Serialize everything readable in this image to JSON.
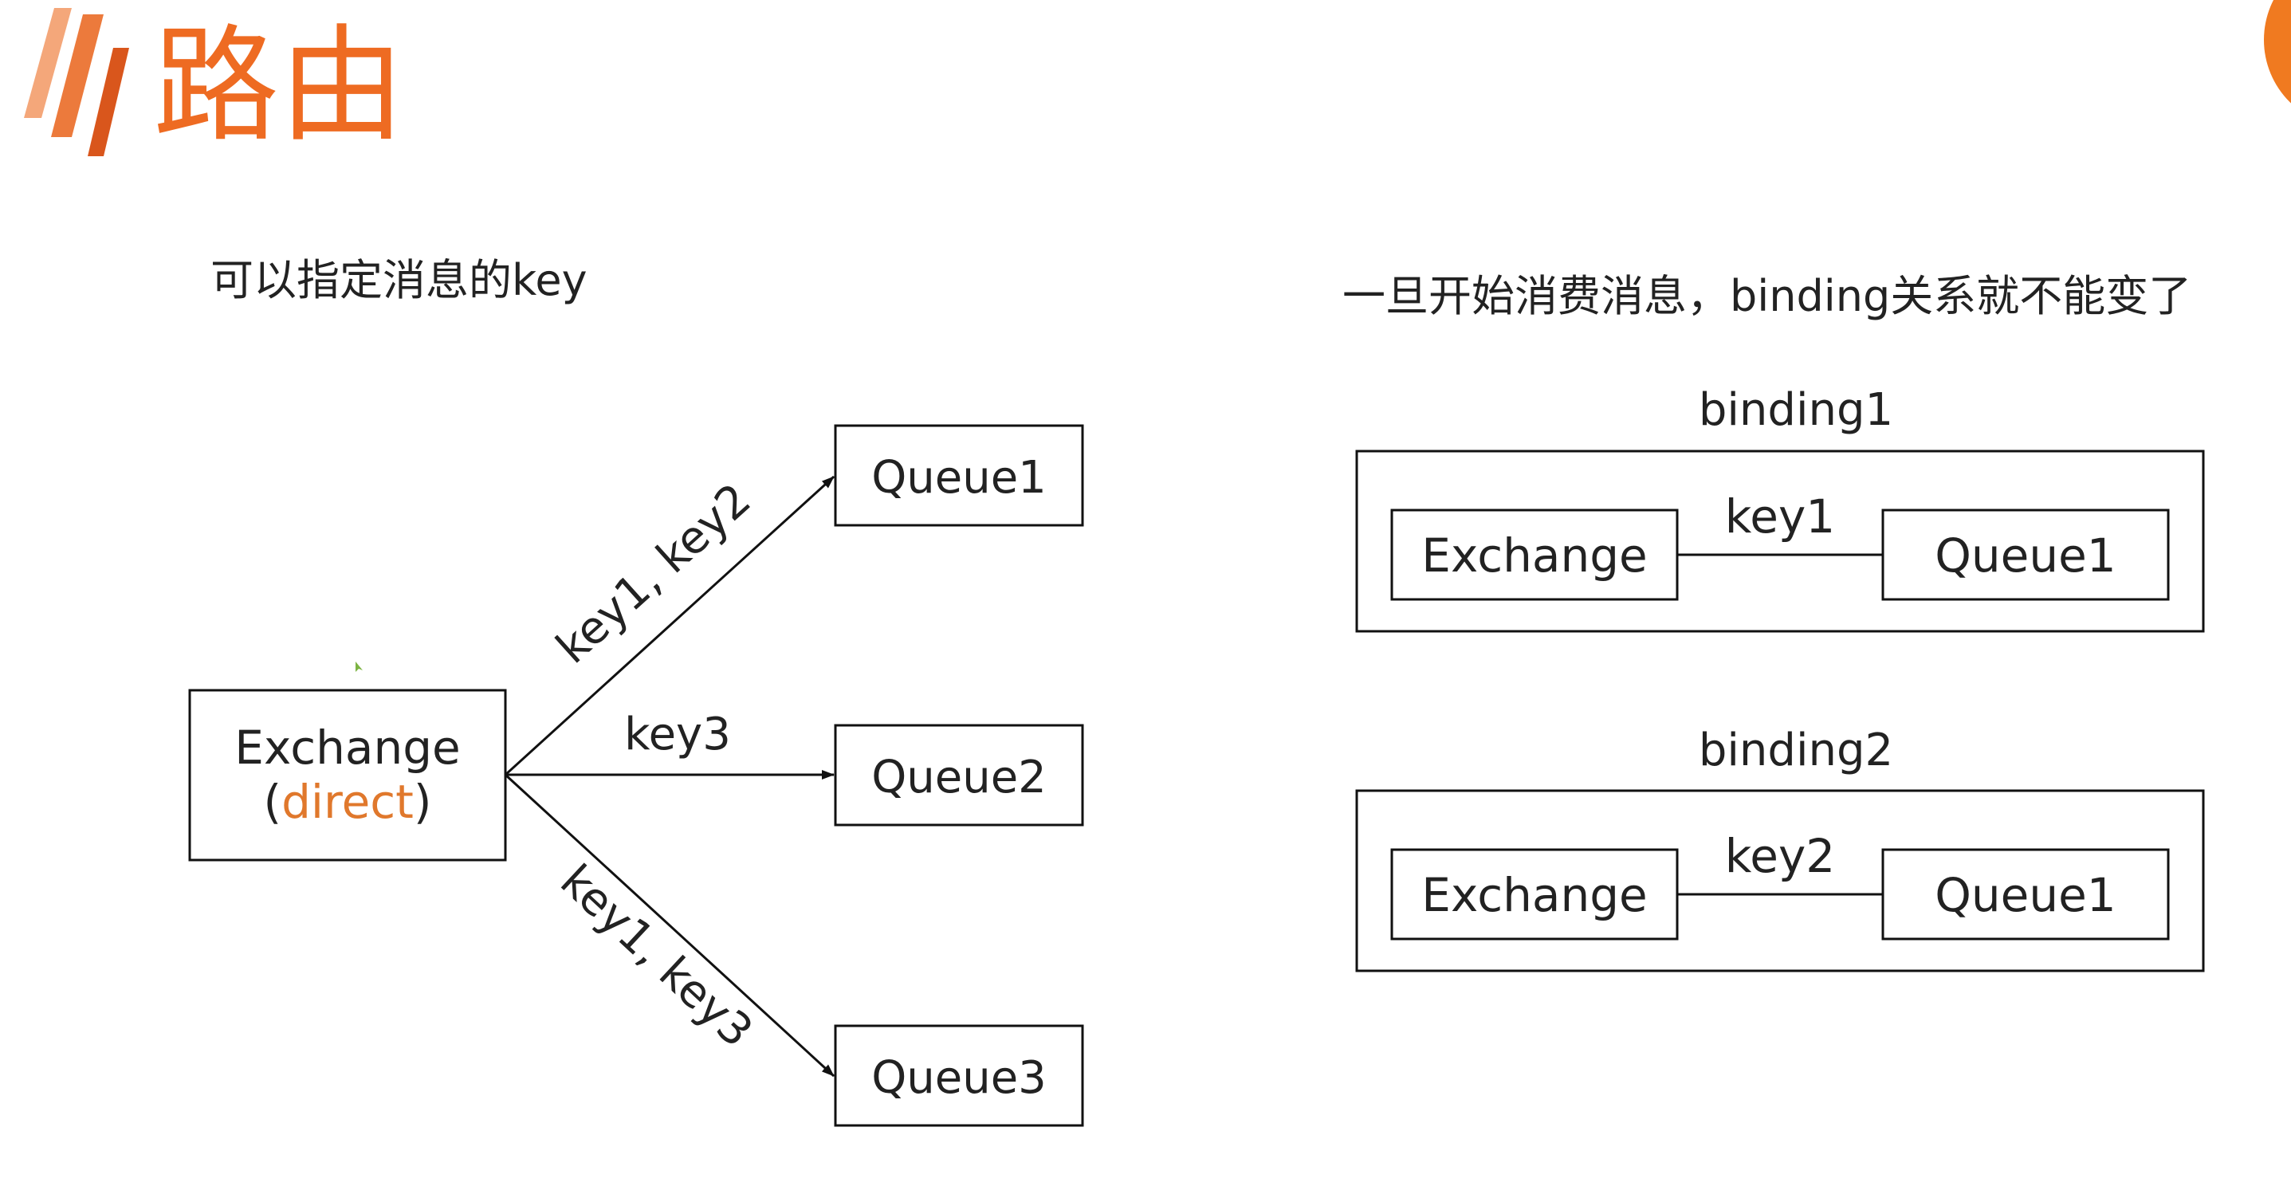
{
  "slide": {
    "title": "路由",
    "accent_color": "#e8651f",
    "title_color": "#ee6b22"
  },
  "left_panel": {
    "caption": "可以指定消息的key",
    "exchange": {
      "label": "Exchange",
      "type_open": "(",
      "type": "direct",
      "type_close": ")",
      "type_color": "#e0782c"
    },
    "queues": [
      {
        "label": "Queue1"
      },
      {
        "label": "Queue2"
      },
      {
        "label": "Queue3"
      }
    ],
    "routes": [
      {
        "from": "Exchange",
        "to": "Queue1",
        "keys": "key1, key2"
      },
      {
        "from": "Exchange",
        "to": "Queue2",
        "keys": "key3"
      },
      {
        "from": "Exchange",
        "to": "Queue3",
        "keys": "key1, key3"
      }
    ]
  },
  "right_panel": {
    "caption": "一旦开始消费消息，binding关系就不能变了",
    "bindings": [
      {
        "title": "binding1",
        "exchange": "Exchange",
        "key": "key1",
        "queue": "Queue1"
      },
      {
        "title": "binding2",
        "exchange": "Exchange",
        "key": "key2",
        "queue": "Queue1"
      }
    ]
  }
}
